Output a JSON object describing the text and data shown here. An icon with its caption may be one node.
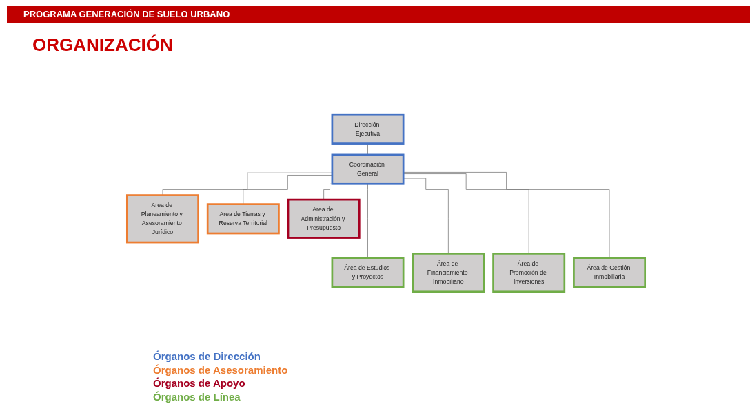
{
  "diagram": {
    "title": "ORGANIZACIÓN",
    "nodes": [
      {
        "text": [
          "Dirección Ejecutiva"
        ]
      },
      {
        "text": [
          "Coordinación General"
        ]
      },
      {
        "text": [
          "Área de Planeamiento y Asesoramiento Jurídico"
        ]
      },
      {
        "text": [
          "Área de Tierras y Reserva Territorial"
        ]
      },
      {
        "text": [
          "Área de Administración y Presupuesto"
        ]
      },
      {
        "text": [
          "Área de Estudios y Proyectos"
        ]
      },
      {
        "text": [
          "Área de Financiamiento Inmobiliario"
        ]
      },
      {
        "text": [
          "Área de Promoción de Inversiones"
        ]
      },
      {
        "text": [
          "Área de Gestión Inmobiliaria"
        ]
      }
    ],
    "edges": [
      {
        "from": 0,
        "to": 1,
        "arrow": "none"
      },
      {
        "from": 1,
        "to": 2,
        "arrow": "none"
      },
      {
        "from": 1,
        "to": 3,
        "arrow": "none"
      },
      {
        "from": 1,
        "to": 4,
        "arrow": "none"
      },
      {
        "from": 1,
        "to": 5,
        "arrow": "none"
      },
      {
        "from": 1,
        "to": 6,
        "arrow": "none"
      },
      {
        "from": 1,
        "to": 7,
        "arrow": "none"
      },
      {
        "from": 1,
        "to": 8,
        "arrow": "none"
      }
    ],
    "labels": [
      "PROGRAMA GENERACIÓN DE SUELO URBANO"
    ],
    "legend": [
      {
        "text": "Órganos de Dirección",
        "color": "#4472c4"
      },
      {
        "text": "Órganos de Asesoramiento",
        "color": "#ed7d31"
      },
      {
        "text": "Órganos de Apoyo",
        "color": "#a50021"
      },
      {
        "text": "Órganos de Línea",
        "color": "#70ad47"
      }
    ]
  }
}
